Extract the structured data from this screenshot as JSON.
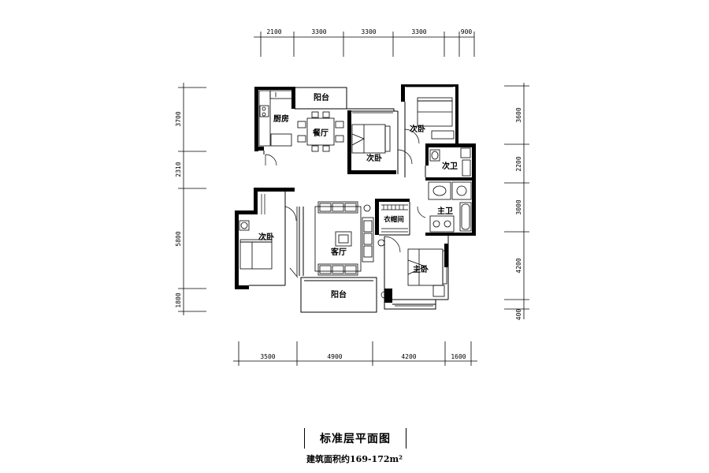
{
  "dimensions": {
    "top": [
      "2100",
      "3300",
      "3300",
      "3300",
      "900"
    ],
    "bottom": [
      "3500",
      "4900",
      "4200",
      "1600"
    ],
    "left": [
      "3700",
      "2310",
      "5800",
      "1800"
    ],
    "right": [
      "3600",
      "2200",
      "3000",
      "4200",
      "400"
    ]
  },
  "rooms": {
    "balcony_top": "阳台",
    "kitchen": "厨房",
    "dining": "餐厅",
    "bedroom_mid": "次卧",
    "bedroom_ne": "次卧",
    "bath2": "次卫",
    "master_bath": "主卫",
    "closet": "衣帽间",
    "bedroom_west": "次卧",
    "living": "客厅",
    "master_bedroom": "主卧",
    "balcony_bottom": "阳台"
  },
  "caption": {
    "title": "标准层平面图",
    "area": "建筑面积约169-172m²"
  }
}
